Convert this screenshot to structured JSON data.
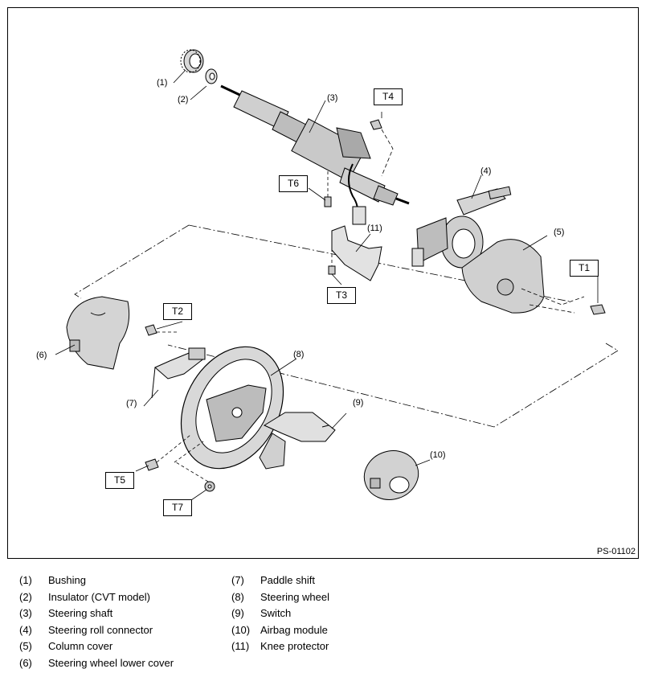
{
  "figure": {
    "code": "PS-01102",
    "callouts": {
      "c1": "(1)",
      "c2": "(2)",
      "c3": "(3)",
      "c4": "(4)",
      "c5": "(5)",
      "c6": "(6)",
      "c7": "(7)",
      "c8": "(8)",
      "c9": "(9)",
      "c10": "(10)",
      "c11": "(11)"
    },
    "torque_labels": {
      "t1": "T1",
      "t2": "T2",
      "t3": "T3",
      "t4": "T4",
      "t5": "T5",
      "t6": "T6",
      "t7": "T7"
    }
  },
  "legend": {
    "left": [
      {
        "num": "(1)",
        "name": "Bushing"
      },
      {
        "num": "(2)",
        "name": "Insulator (CVT model)"
      },
      {
        "num": "(3)",
        "name": "Steering shaft"
      },
      {
        "num": "(4)",
        "name": "Steering roll connector"
      },
      {
        "num": "(5)",
        "name": "Column cover"
      },
      {
        "num": "(6)",
        "name": "Steering wheel lower cover"
      }
    ],
    "right": [
      {
        "num": "(7)",
        "name": "Paddle shift"
      },
      {
        "num": "(8)",
        "name": "Steering wheel"
      },
      {
        "num": "(9)",
        "name": "Switch"
      },
      {
        "num": "(10)",
        "name": "Airbag module"
      },
      {
        "num": "(11)",
        "name": "Knee protector"
      }
    ]
  }
}
